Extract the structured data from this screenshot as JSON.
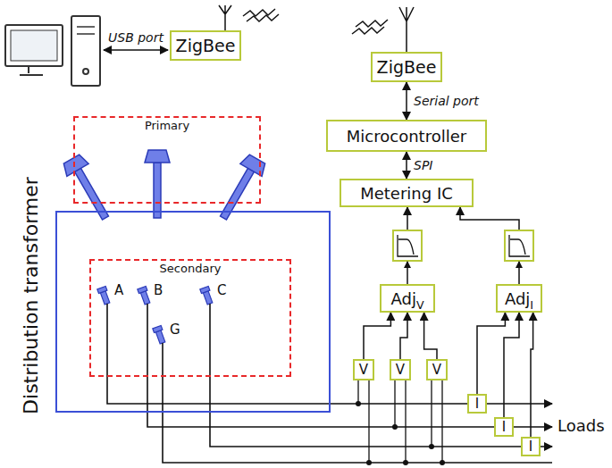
{
  "diagram": {
    "nodes": [
      {
        "text": [
          "ZigBee"
        ]
      },
      {
        "text": [
          "ZigBee"
        ]
      },
      {
        "text": [
          "Microcontroller"
        ]
      },
      {
        "text": [
          "Metering IC"
        ]
      },
      {
        "text": [
          "Primary"
        ]
      },
      {
        "text": [
          "Distribution transformer"
        ]
      },
      {
        "text": [
          "Secondary"
        ],
        "in": 5
      },
      {
        "text": [
          "Adj",
          "V"
        ]
      },
      {
        "text": [
          "Adj",
          "I"
        ]
      },
      {
        "text": [
          "V"
        ]
      },
      {
        "text": [
          "V"
        ]
      },
      {
        "text": [
          "V"
        ]
      },
      {
        "text": [
          "I"
        ]
      },
      {
        "text": [
          "I"
        ]
      },
      {
        "text": [
          "I"
        ]
      }
    ],
    "edges": [
      {
        "from": 1,
        "to": 2,
        "arrow": "both",
        "label": "Serial port"
      },
      {
        "from": 2,
        "to": 3,
        "arrow": "both",
        "label": "SPI"
      },
      {
        "from": 7,
        "to": 3,
        "arrow": "to"
      },
      {
        "from": 8,
        "to": 3,
        "arrow": "to"
      },
      {
        "from": 9,
        "to": 7,
        "arrow": "to"
      },
      {
        "from": 10,
        "to": 7,
        "arrow": "to"
      },
      {
        "from": 11,
        "to": 7,
        "arrow": "to"
      },
      {
        "from": 12,
        "to": 8,
        "arrow": "to"
      },
      {
        "from": 13,
        "to": 8,
        "arrow": "to"
      },
      {
        "from": 14,
        "to": 8,
        "arrow": "to"
      }
    ],
    "labels": [
      "USB port",
      "A",
      "B",
      "G",
      "C",
      "Loads"
    ]
  }
}
